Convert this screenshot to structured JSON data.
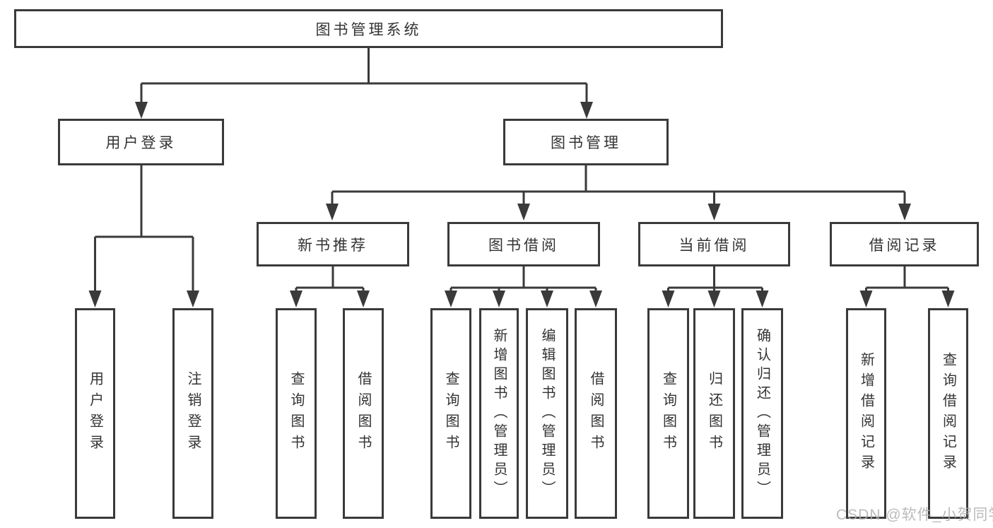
{
  "nodes": {
    "root": "图书管理系统",
    "user_login": "用户登录",
    "book_management": "图书管理",
    "new_book_recommend": "新书推荐",
    "book_borrow": "图书借阅",
    "current_borrow": "当前借阅",
    "borrow_records": "借阅记录",
    "leaf_user_login": "用户登录",
    "leaf_logout": "注销登录",
    "leaf_query_books_1": "查询图书",
    "leaf_borrow_books_1": "借阅图书",
    "leaf_query_books_2": "查询图书",
    "leaf_add_books": "新增图书（管理员）",
    "leaf_edit_books": "编辑图书（管理员）",
    "leaf_borrow_books_2": "借阅图书",
    "leaf_query_books_3": "查询图书",
    "leaf_return_books": "归还图书",
    "leaf_confirm_return": "确认归还（管理员）",
    "leaf_add_borrow_record": "新增借阅记录",
    "leaf_query_borrow_record": "查询借阅记录"
  },
  "hierarchy": {
    "图书管理系统": {
      "用户登录": [
        "用户登录",
        "注销登录"
      ],
      "图书管理": {
        "新书推荐": [
          "查询图书",
          "借阅图书"
        ],
        "图书借阅": [
          "查询图书",
          "新增图书（管理员）",
          "编辑图书（管理员）",
          "借阅图书"
        ],
        "当前借阅": [
          "查询图书",
          "归还图书",
          "确认归还（管理员）"
        ],
        "借阅记录": [
          "新增借阅记录",
          "查询借阅记录"
        ]
      }
    }
  },
  "colors": {
    "line": "#3a3a3a",
    "box_fill": "#ffffff",
    "text": "#333333",
    "watermark": "#afafaf"
  },
  "watermark": {
    "text": "CSDN @软件_小贺同学"
  }
}
